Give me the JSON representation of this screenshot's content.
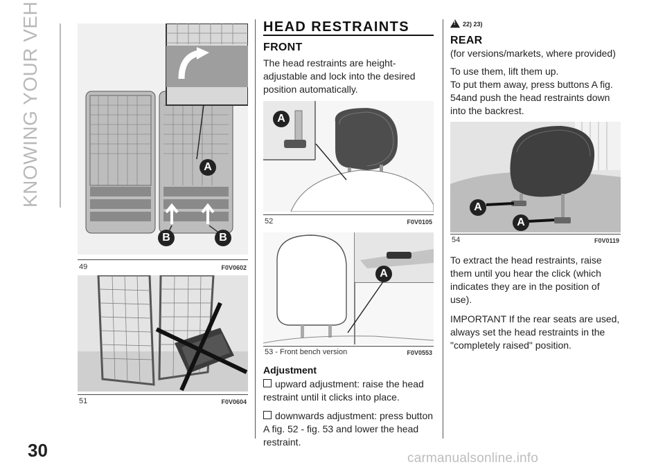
{
  "side_title": "KNOWING YOUR VEHICLE",
  "page_number": "30",
  "watermark": "carmanualsonline.info",
  "section_title": "HEAD RESTRAINTS",
  "front": {
    "title": "FRONT",
    "body": "The head restraints are height-adjustable and lock into the desired position automatically.",
    "adjustment_heading": "Adjustment",
    "bullets": [
      "upward adjustment: raise the head restraint until it clicks into place.",
      "downwards adjustment: press button A fig. 52 - fig. 53 and lower the head restraint."
    ]
  },
  "rear": {
    "warning_refs": "22) 23)",
    "title": "REAR",
    "availability": "(for versions/markets, where provided)",
    "p1": "To use them, lift them up.",
    "p2": "To put them away, press buttons A fig. 54and push the head restraints down into the backrest.",
    "p3": "To extract the head restraints, raise them until you hear the click (which indicates they are in the position of use).",
    "p4": "IMPORTANT If the rear seats are used, always set the head restraints in the \"completely raised\" position."
  },
  "figures": [
    {
      "number": "49",
      "code": "F0V0602",
      "labels": [
        "A",
        "B",
        "B"
      ]
    },
    {
      "number": "51",
      "code": "F0V0604"
    },
    {
      "number": "52",
      "code": "F0V0105",
      "labels": [
        "A"
      ]
    },
    {
      "number": "53 - Front bench version",
      "code": "F0V0553",
      "labels": [
        "A"
      ]
    },
    {
      "number": "54",
      "code": "F0V0119",
      "labels": [
        "A",
        "A"
      ]
    }
  ]
}
